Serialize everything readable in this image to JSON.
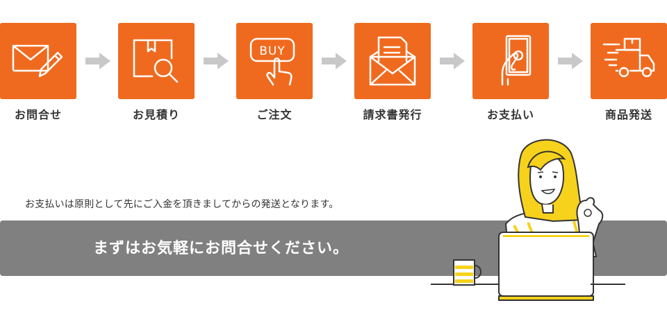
{
  "steps": [
    {
      "label": "お問合せ",
      "icon": "mail-pen-icon"
    },
    {
      "label": "お見積り",
      "icon": "box-search-icon"
    },
    {
      "label": "ご注文",
      "icon": "buy-button-icon"
    },
    {
      "label": "請求書発行",
      "icon": "invoice-envelope-icon"
    },
    {
      "label": "お支払い",
      "icon": "cash-hand-icon"
    },
    {
      "label": "商品発送",
      "icon": "delivery-truck-icon"
    }
  ],
  "buy_text": "BUY",
  "note": "お支払いは原則として先にご入金を頂きましてからの発送となります。",
  "banner": {
    "text": "まずはお気軽にお問合せください。"
  },
  "colors": {
    "accent": "#ef6a1f",
    "arrow": "#c8c8c8",
    "banner": "#808080",
    "yellow": "#f6d21c"
  }
}
